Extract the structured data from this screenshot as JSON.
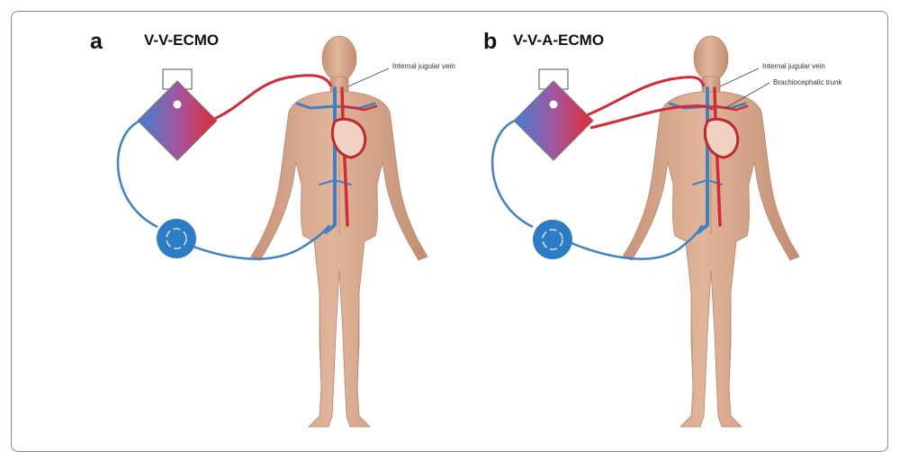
{
  "figure": {
    "panel_a": {
      "letter": "a",
      "title": "V-V-ECMO",
      "labels": {
        "internal_jugular_vein": "Internal jugular vein"
      }
    },
    "panel_b": {
      "letter": "b",
      "title": "V-V-A-ECMO",
      "labels": {
        "internal_jugular_vein": "Internal jugular vein",
        "brachiocephalic_trunk": "Brachiocephalic trunk"
      }
    }
  },
  "colors": {
    "frame_border": "#8a8a8a",
    "venous_blue": "#3f82c4",
    "arterial_red": "#d42a35",
    "pump_blue": "#2b7cc4",
    "skin": "#d9ab92",
    "skin_shadow": "#c08f74"
  },
  "icons": [
    "oxygenator-icon",
    "centrifugal-pump-icon",
    "heart-icon",
    "human-body-figure"
  ]
}
